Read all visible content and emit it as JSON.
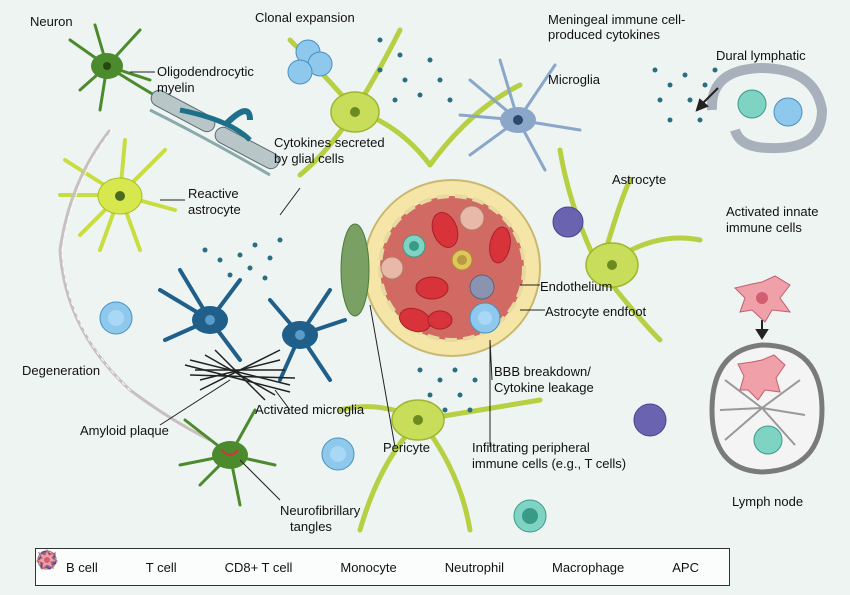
{
  "labels": {
    "neuron": "Neuron",
    "clonal_expansion": "Clonal expansion",
    "meningeal_l1": "Meningeal immune cell-",
    "meningeal_l2": "produced cytokines",
    "dural_lymphatic": "Dural lymphatic",
    "oligo_l1": "Oligodendrocytic",
    "oligo_l2": "myelin",
    "microglia": "Microglia",
    "cytokines_l1": "Cytokines secreted",
    "cytokines_l2": "by glial cells",
    "reactive_l1": "Reactive",
    "reactive_l2": "astrocyte",
    "astrocyte": "Astrocyte",
    "innate_l1": "Activated innate",
    "innate_l2": "immune cells",
    "endothelium": "Endothelium",
    "endfoot": "Astrocyte endfoot",
    "degeneration": "Degeneration",
    "bbb_l1": "BBB breakdown/",
    "bbb_l2": "Cytokine leakage",
    "activated_microglia": "Activated microglia",
    "amyloid": "Amyloid plaque",
    "pericyte": "Pericyte",
    "infiltrating_l1": "Infiltrating peripheral",
    "infiltrating_l2": "immune cells (e.g., T cells)",
    "lymph_node": "Lymph node",
    "nft_l1": "Neurofibrillary",
    "nft_l2": "tangles"
  },
  "legend": {
    "b_cell": "B cell",
    "t_cell": "T cell",
    "cd8": "CD8+ T cell",
    "monocyte": "Monocyte",
    "neutrophil": "Neutrophil",
    "macrophage": "Macrophage",
    "apc": "APC"
  },
  "colors": {
    "astrocyte": "#b7cf43",
    "microglia": "#8aa6c9",
    "activated_microglia": "#1f5f8a",
    "neuron": "#4c8a2e",
    "vessel": "#c8504f",
    "rbc": "#d8333a",
    "t_cell": "#7fd3c2",
    "cd8_t_cell": "#8ec8ec",
    "b_cell": "#e0c45c",
    "monocyte": "#8a93b0",
    "neutrophil": "#e8b8a8",
    "macrophage": "#6a64b0",
    "apc": "#f0a0a8",
    "cytokine": "#2a6f80"
  },
  "icons": [
    "b-cell-icon",
    "t-cell-icon",
    "cd8-t-cell-icon",
    "monocyte-icon",
    "neutrophil-icon",
    "macrophage-icon",
    "apc-icon"
  ]
}
